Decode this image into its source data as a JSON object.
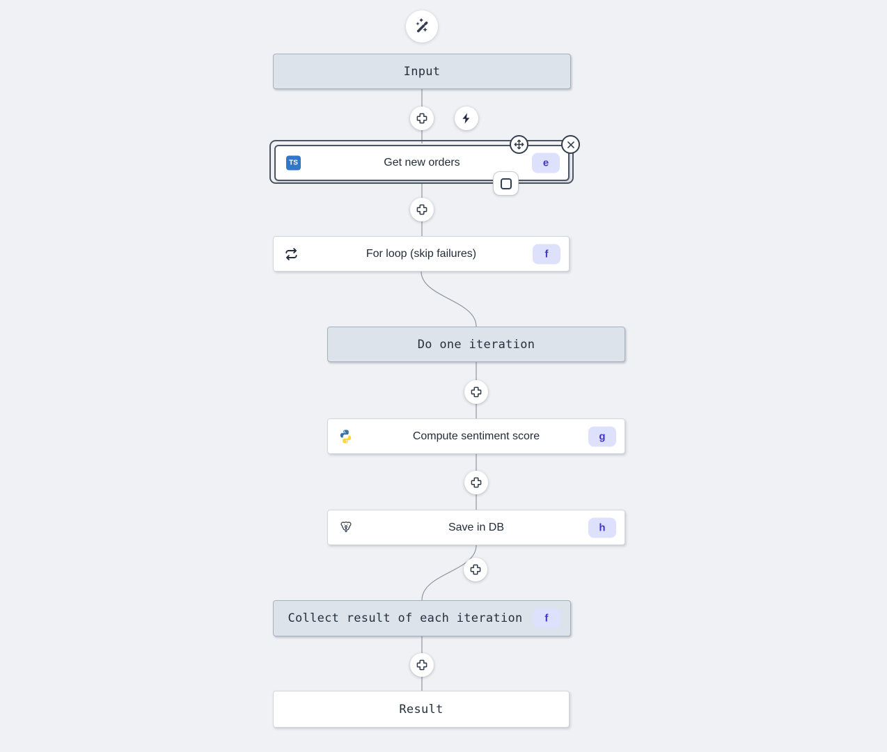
{
  "flow": {
    "nodes": {
      "input": {
        "label": "Input"
      },
      "get_new_orders": {
        "label": "Get new orders",
        "badge": "e",
        "language": "typescript",
        "language_icon_label": "TS",
        "selected": true
      },
      "for_loop": {
        "label": "For loop (skip failures)",
        "badge": "f"
      },
      "do_one_iteration": {
        "label": "Do one iteration"
      },
      "compute_sentiment_score": {
        "label": "Compute sentiment score",
        "badge": "g",
        "language": "python"
      },
      "save_in_db": {
        "label": "Save in DB",
        "badge": "h",
        "language": "postgresql"
      },
      "collect_result": {
        "label": "Collect result of each iteration",
        "badge": "f"
      },
      "result": {
        "label": "Result"
      }
    },
    "icons": {
      "header": "wand-sparkles-icon",
      "insert": "plus-icon",
      "trigger": "lightning-icon",
      "move": "move-icon",
      "close": "close-icon",
      "select": "checkbox-icon",
      "for_loop": "repeat-icon",
      "typescript": "ts-icon",
      "python": "python-icon",
      "postgresql": "postgresql-icon"
    },
    "colors": {
      "canvas_bg": "#eff1f4",
      "virtual_node_bg": "#dce3eb",
      "step_node_bg": "#ffffff",
      "badge_bg": "#dde1fb",
      "badge_text": "#4336c8",
      "selected_border": "#4b5563",
      "typescript_blue": "#3178c6",
      "connector": "#8e969f"
    }
  }
}
